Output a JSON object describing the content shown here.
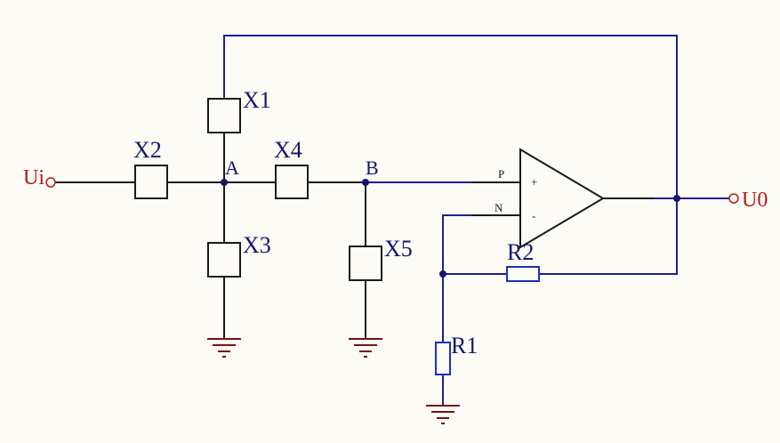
{
  "labels": {
    "input": "Ui",
    "output": "U0",
    "node_a": "A",
    "node_b": "B",
    "x1": "X1",
    "x2": "X2",
    "x3": "X3",
    "x4": "X4",
    "x5": "X5",
    "r1": "R1",
    "r2": "R2",
    "pin_p": "P",
    "pin_n": "N",
    "plus": "+",
    "minus": "-"
  },
  "colors": {
    "background": "#fdfbf5",
    "wire_black": "#1a1a1a",
    "wire_blue": "#1f1f8f",
    "resistor_blue": "#1f2fbf",
    "ground_red": "#7a1010",
    "label_navy": "#14146e",
    "io_red": "#b01c1c"
  }
}
